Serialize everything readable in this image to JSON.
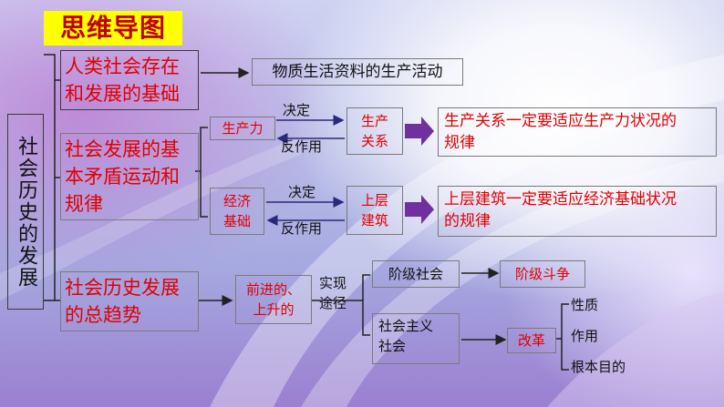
{
  "title": "思维导图",
  "root": "社会历史的发展",
  "n1": {
    "label": "人类社会存在和发展的基础",
    "line1": "人类社会存在",
    "line2": "和发展的基础",
    "result": "物质生活资料的生产活动"
  },
  "n2": {
    "label_l1": "社会发展的基",
    "label_l2": "本矛盾运动和",
    "label_l3": "规律",
    "pair1": {
      "left": "生产力",
      "top": "决定",
      "bottom": "反作用",
      "right_l1": "生产",
      "right_l2": "关系",
      "law_l1": "生产关系一定要适应生产力状况的",
      "law_l2": "规律"
    },
    "pair2": {
      "left_l1": "经济",
      "left_l2": "基础",
      "top": "决定",
      "bottom": "反作用",
      "right_l1": "上层",
      "right_l2": "建筑",
      "law_l1": "上层建筑一定要适应经济基础状况",
      "law_l2": "的规律"
    }
  },
  "n3": {
    "label_l1": "社会历史发展",
    "label_l2": "的总趋势",
    "trend_l1": "前进的、",
    "trend_l2": "上升的",
    "path_l1": "实现",
    "path_l2": "途径",
    "b1": {
      "label": "阶级社会",
      "result": "阶级斗争"
    },
    "b2": {
      "label_l1": "社会主义",
      "label_l2": "社会",
      "result": "改革",
      "items": [
        "性质",
        "作用",
        "根本目的"
      ]
    }
  }
}
